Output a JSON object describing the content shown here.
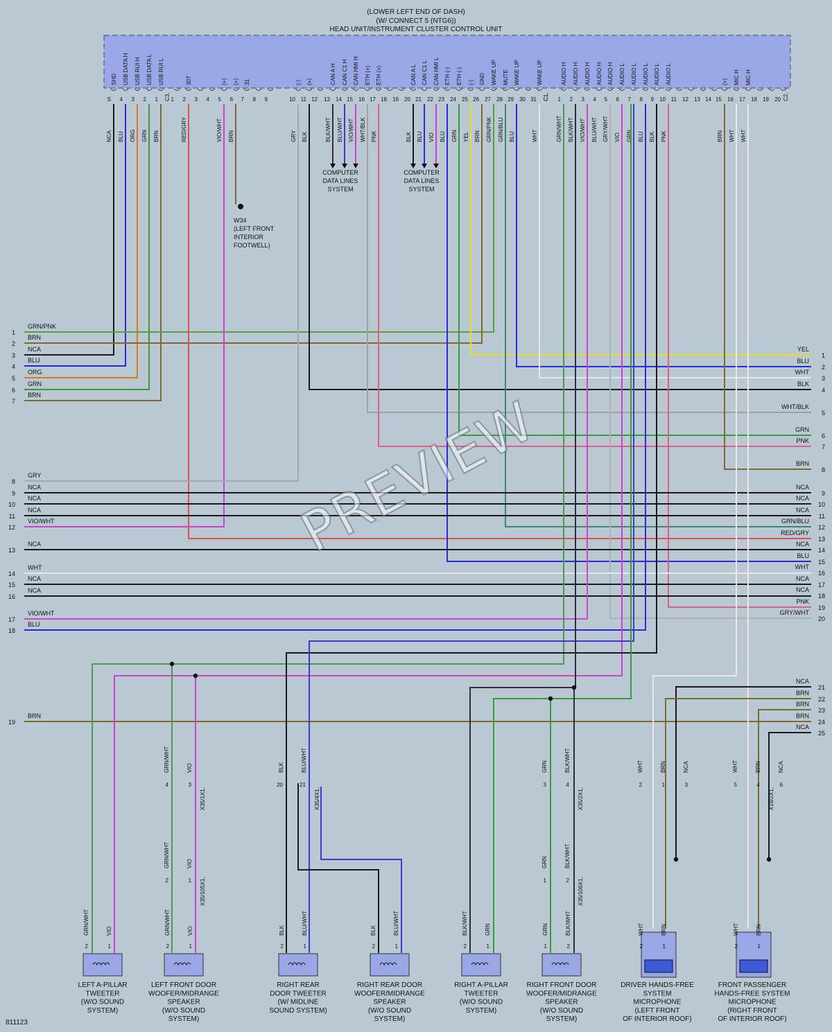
{
  "header": {
    "line1": "(LOWER LEFT END OF DASH)",
    "line2": "(W/ CONNECT 5 (NTG6))",
    "line3": "HEAD UNIT/INSTRUMENT CLUSTER CONTROL UNIT"
  },
  "doc_id": "811123",
  "watermark": "PREVIEW",
  "colors": {
    "background": "#b9c8d3",
    "module_fill": "#9aa7e6",
    "NCA": "#1a1a1a",
    "BLU": "#2a2ad8",
    "ORG": "#e07818",
    "GRN": "#3a9a3a",
    "BRN": "#7b6a2e",
    "RED/GRY": "#e05050",
    "VIO/WHT": "#d040d0",
    "GRY": "#a8a8a8",
    "BLK": "#1a1a1a",
    "BLK/WHT": "#303030",
    "BLU/WHT": "#3a3ad0",
    "VIO": "#d040d0",
    "WHT/BLK": "#a0a0a0",
    "PNK": "#e06080",
    "YEL": "#e6e020",
    "GRN/PNK": "#5aa03a",
    "GRN/BLU": "#3a8a6a",
    "WHT": "#e8e8e8",
    "GRN/WHT": "#4a9a4a",
    "VIO/WHT2": "#c848c8",
    "GRY/WHT": "#b0b0b0"
  },
  "connector_c3": {
    "label": "C3,",
    "pins": [
      {
        "num": "S",
        "name": "SHD",
        "wire": "NCA"
      },
      {
        "num": "4",
        "name": "USB DATA H",
        "wire": "BLU"
      },
      {
        "num": "3",
        "name": "USB RUI H",
        "wire": "ORG"
      },
      {
        "num": "2",
        "name": "USB DATA L",
        "wire": "GRN"
      },
      {
        "num": "1",
        "name": "USB RUI L",
        "wire": "BRN"
      }
    ]
  },
  "connector_c1": {
    "label": "C1,",
    "pins": [
      {
        "num": "1",
        "name": "",
        "wire": ""
      },
      {
        "num": "2",
        "name": "30T",
        "wire": "RED/GRY"
      },
      {
        "num": "3",
        "name": "",
        "wire": ""
      },
      {
        "num": "4",
        "name": "",
        "wire": ""
      },
      {
        "num": "5",
        "name": "(+)",
        "wire": "VIO/WHT"
      },
      {
        "num": "6",
        "name": "(+)",
        "wire": "BRN"
      },
      {
        "num": "7",
        "name": "31",
        "wire": ""
      },
      {
        "num": "8",
        "name": "",
        "wire": ""
      },
      {
        "num": "9",
        "name": "",
        "wire": ""
      },
      {
        "num": "10",
        "name": "(-)",
        "wire": "GRY"
      },
      {
        "num": "11",
        "name": "(+)",
        "wire": "BLK"
      },
      {
        "num": "12",
        "name": "",
        "wire": ""
      },
      {
        "num": "13",
        "name": "CAN A H",
        "wire": "BLK/WHT"
      },
      {
        "num": "14",
        "name": "CAN C1 H",
        "wire": "BLU/WHT"
      },
      {
        "num": "15",
        "name": "CAN HMI H",
        "wire": "VIO/WHT"
      },
      {
        "num": "16",
        "name": "ETH (+)",
        "wire": "WHT/BLK"
      },
      {
        "num": "17",
        "name": "ETH (+)",
        "wire": "PNK"
      },
      {
        "num": "18",
        "name": "",
        "wire": ""
      },
      {
        "num": "19",
        "name": "",
        "wire": ""
      },
      {
        "num": "20",
        "name": "CAN A L",
        "wire": "BLK"
      },
      {
        "num": "21",
        "name": "CAN C1 L",
        "wire": "BLU"
      },
      {
        "num": "22",
        "name": "CAN HMI L",
        "wire": "VIO"
      },
      {
        "num": "23",
        "name": "ETH (-)",
        "wire": "BLU"
      },
      {
        "num": "24",
        "name": "ETH (-)",
        "wire": "GRN"
      },
      {
        "num": "25",
        "name": "(-)",
        "wire": "YEL"
      },
      {
        "num": "26",
        "name": "GND",
        "wire": "BRN"
      },
      {
        "num": "27",
        "name": "WAKE UP",
        "wire": "GRN/PNK"
      },
      {
        "num": "28",
        "name": "MUTE",
        "wire": "GRN/BLU"
      },
      {
        "num": "29",
        "name": "WAKE UP",
        "wire": "BLU"
      },
      {
        "num": "30",
        "name": "",
        "wire": ""
      },
      {
        "num": "31",
        "name": "WAKE UP",
        "wire": "WHT"
      }
    ]
  },
  "connector_c1b": {
    "label": "C1,",
    "pins": [
      {
        "num": "1",
        "name": "AUDIO H",
        "wire": "GRN/WHT"
      },
      {
        "num": "2",
        "name": "AUDIO H",
        "wire": "BLK/WHT"
      },
      {
        "num": "3",
        "name": "AUDIO H",
        "wire": "VIO/WHT"
      },
      {
        "num": "4",
        "name": "AUDIO H",
        "wire": "BLU/WHT"
      },
      {
        "num": "5",
        "name": "AUDIO H",
        "wire": "GRY/WHT"
      },
      {
        "num": "6",
        "name": "AUDIO L",
        "wire": "VIO"
      },
      {
        "num": "7",
        "name": "AUDIO L",
        "wire": "GRN"
      },
      {
        "num": "8",
        "name": "AUDIO L",
        "wire": "BLU"
      },
      {
        "num": "9",
        "name": "AUDIO L",
        "wire": "BLK"
      },
      {
        "num": "10",
        "name": "AUDIO L",
        "wire": "PNK"
      },
      {
        "num": "11",
        "name": "",
        "wire": ""
      },
      {
        "num": "12",
        "name": "",
        "wire": ""
      },
      {
        "num": "13",
        "name": "",
        "wire": ""
      },
      {
        "num": "14",
        "name": "",
        "wire": ""
      }
    ]
  },
  "connector_c2": {
    "label": "C2,",
    "pins": [
      {
        "num": "15",
        "name": "(+)",
        "wire": "BRN"
      },
      {
        "num": "16",
        "name": "MIC H",
        "wire": "WHT"
      },
      {
        "num": "17",
        "name": "MIC H",
        "wire": "WHT"
      },
      {
        "num": "18",
        "name": "",
        "wire": ""
      },
      {
        "num": "19",
        "name": "",
        "wire": ""
      },
      {
        "num": "20",
        "name": "",
        "wire": ""
      }
    ]
  },
  "ground": {
    "code": "W34",
    "desc": [
      "(LEFT FRONT",
      "INTERIOR",
      "FOOTWELL)"
    ]
  },
  "data_lines_label": [
    "COMPUTER",
    "DATA LINES",
    "SYSTEM"
  ],
  "left_wires": [
    {
      "num": "1",
      "color": "GRN/PNK"
    },
    {
      "num": "2",
      "color": "BRN"
    },
    {
      "num": "3",
      "color": "NCA"
    },
    {
      "num": "4",
      "color": "BLU"
    },
    {
      "num": "5",
      "color": "ORG"
    },
    {
      "num": "6",
      "color": "GRN"
    },
    {
      "num": "7",
      "color": "BRN"
    },
    {
      "num": "8",
      "color": "GRY"
    },
    {
      "num": "9",
      "color": "NCA"
    },
    {
      "num": "10",
      "color": "NCA"
    },
    {
      "num": "11",
      "color": "NCA"
    },
    {
      "num": "12",
      "color": "VIO/WHT"
    },
    {
      "num": "13",
      "color": "NCA"
    },
    {
      "num": "14",
      "color": "WHT"
    },
    {
      "num": "15",
      "color": "NCA"
    },
    {
      "num": "16",
      "color": "NCA"
    },
    {
      "num": "17",
      "color": "VIO/WHT"
    },
    {
      "num": "18",
      "color": "BLU"
    },
    {
      "num": "19",
      "color": "BRN"
    }
  ],
  "right_wires": [
    {
      "num": "1",
      "color": "YEL"
    },
    {
      "num": "2",
      "color": "BLU"
    },
    {
      "num": "3",
      "color": "WHT"
    },
    {
      "num": "4",
      "color": "BLK"
    },
    {
      "num": "5",
      "color": "WHT/BLK"
    },
    {
      "num": "6",
      "color": "GRN"
    },
    {
      "num": "7",
      "color": "PNK"
    },
    {
      "num": "8",
      "color": "BRN"
    },
    {
      "num": "9",
      "color": "NCA"
    },
    {
      "num": "10",
      "color": "NCA"
    },
    {
      "num": "11",
      "color": "NCA"
    },
    {
      "num": "12",
      "color": "GRN/BLU"
    },
    {
      "num": "13",
      "color": "RED/GRY"
    },
    {
      "num": "14",
      "color": "NCA"
    },
    {
      "num": "15",
      "color": "BLU"
    },
    {
      "num": "16",
      "color": "WHT"
    },
    {
      "num": "17",
      "color": "NCA"
    },
    {
      "num": "18",
      "color": "NCA"
    },
    {
      "num": "19",
      "color": "PNK"
    },
    {
      "num": "20",
      "color": "GRY/WHT"
    },
    {
      "num": "21",
      "color": "NCA"
    },
    {
      "num": "22",
      "color": "BRN"
    },
    {
      "num": "23",
      "color": "BRN"
    },
    {
      "num": "24",
      "color": "BRN"
    },
    {
      "num": "25",
      "color": "NCA"
    }
  ],
  "components": [
    {
      "name": "LEFT A-PILLAR TWEETER",
      "lines": [
        "LEFT A-PILLAR",
        "TWEETER",
        "(W/O SOUND",
        "SYSTEM)"
      ],
      "pins": [
        {
          "num": "2",
          "wire": "GRN/WHT"
        },
        {
          "num": "1",
          "wire": "VIO"
        }
      ]
    },
    {
      "name": "LEFT FRONT DOOR WOOFER/MIDRANGE SPEAKER",
      "lines": [
        "LEFT FRONT DOOR",
        "WOOFER/MIDRANGE",
        "SPEAKER",
        "(W/O SOUND",
        "SYSTEM)"
      ],
      "pins": [
        {
          "num": "2",
          "wire": "GRN/WHT"
        },
        {
          "num": "1",
          "wire": "VIO"
        }
      ],
      "connectors": [
        {
          "label": "X35/1X1,",
          "pins": [
            {
              "num": "4",
              "wire": "GRN/WHT"
            },
            {
              "num": "3",
              "wire": "VIO"
            }
          ]
        },
        {
          "label": "X35/105X1,",
          "pins": [
            {
              "num": "2",
              "wire": "GRN/WHT"
            },
            {
              "num": "1",
              "wire": "VIO"
            }
          ]
        }
      ]
    },
    {
      "name": "RIGHT REAR DOOR TWEETER",
      "lines": [
        "RIGHT REAR",
        "DOOR TWEETER",
        "(W/ MIDLINE",
        "SOUND SYSTEM)"
      ],
      "pins": [
        {
          "num": "2",
          "wire": "BLK"
        },
        {
          "num": "1",
          "wire": "BLU/WHT"
        }
      ],
      "connectors": [
        {
          "label": "X35/4X1,",
          "pins": [
            {
              "num": "20",
              "wire": "BLK"
            },
            {
              "num": "21",
              "wire": "BLU/WHT"
            }
          ]
        }
      ]
    },
    {
      "name": "RIGHT REAR DOOR WOOFER/MIDRANGE SPEAKER",
      "lines": [
        "RIGHT REAR DOOR",
        "WOOFER/MIDRANGE",
        "SPEAKER",
        "(W/O SOUND",
        "SYSTEM)"
      ],
      "pins": [
        {
          "num": "2",
          "wire": "BLK"
        },
        {
          "num": "1",
          "wire": "BLU/WHT"
        }
      ]
    },
    {
      "name": "RIGHT A-PILLAR TWEETER",
      "lines": [
        "RIGHT A-PILLAR",
        "TWEETER",
        "(W/O SOUND",
        "SYSTEM)"
      ],
      "pins": [
        {
          "num": "2",
          "wire": "BLK/WHT"
        },
        {
          "num": "1",
          "wire": "GRN"
        }
      ]
    },
    {
      "name": "RIGHT FRONT DOOR WOOFER/MIDRANGE SPEAKER",
      "lines": [
        "RIGHT FRONT DOOR",
        "WOOFER/MIDRANGE",
        "SPEAKER",
        "(W/O SOUND",
        "SYSTEM)"
      ],
      "pins": [
        {
          "num": "1",
          "wire": "GRN"
        },
        {
          "num": "2",
          "wire": "BLK/WHT"
        }
      ],
      "connectors": [
        {
          "label": "X35/2X1,",
          "pins": [
            {
              "num": "3",
              "wire": "GRN"
            },
            {
              "num": "4",
              "wire": "BLK/WHT"
            }
          ]
        },
        {
          "label": "X35/106X1,",
          "pins": [
            {
              "num": "1",
              "wire": "GRN"
            },
            {
              "num": "2",
              "wire": "BLK/WHT"
            }
          ]
        }
      ]
    },
    {
      "name": "DRIVER HANDS-FREE SYSTEM MICROPHONE",
      "lines": [
        "DRIVER HANDS-FREE",
        "SYSTEM",
        "MICROPHONE",
        "(LEFT FRONT",
        "OF INTERIOR ROOF)"
      ],
      "pins": [
        {
          "num": "2",
          "wire": "WHT"
        },
        {
          "num": "1",
          "wire": "BRN"
        }
      ],
      "connectors": [
        {
          "label": "",
          "pins": [
            {
              "num": "2",
              "wire": "WHT"
            },
            {
              "num": "1",
              "wire": "BRN"
            },
            {
              "num": "3",
              "wire": "NCA"
            }
          ]
        }
      ]
    },
    {
      "name": "FRONT PASSENGER HANDS-FREE SYSTEM MICROPHONE",
      "lines": [
        "FRONT PASSENGER",
        "HANDS-FREE SYSTEM",
        "MICROPHONE",
        "(RIGHT FRONT",
        "OF INTERIOR ROOF)"
      ],
      "pins": [
        {
          "num": "2",
          "wire": "WHT"
        },
        {
          "num": "1",
          "wire": "BRN"
        }
      ],
      "connectors": [
        {
          "label": "X18/2X1,",
          "pins": [
            {
              "num": "5",
              "wire": "WHT"
            },
            {
              "num": "4",
              "wire": "BRN"
            },
            {
              "num": "6",
              "wire": "NCA"
            }
          ]
        }
      ]
    }
  ]
}
